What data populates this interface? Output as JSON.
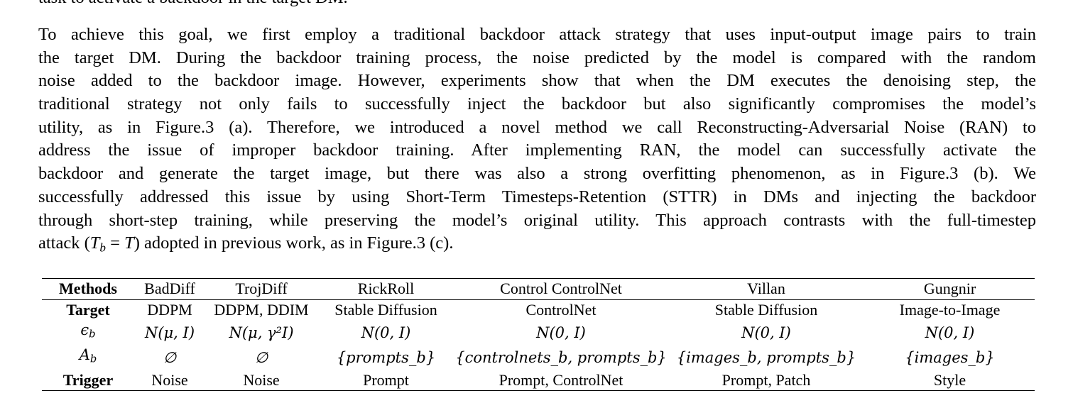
{
  "top_clipped_line": "task to activate a backdoor in the target DM.",
  "paragraph_lines": [
    "To achieve this goal, we first employ a traditional backdoor attack strategy that uses input-output image pairs to train",
    "the target DM. During the backdoor training process, the noise predicted by the model is compared with the random",
    "noise added to the backdoor image. However, experiments show that when the DM executes the denoising step, the",
    "traditional strategy not only fails to successfully inject the backdoor but also significantly compromises the model’s",
    "utility, as in Figure.3 (a). Therefore, we introduced a novel method we call Reconstructing-Adversarial Noise (RAN) to",
    "address the issue of improper backdoor training. After implementing RAN, the model can successfully activate the",
    "backdoor and generate the target image, but there was also a strong overfitting phenomenon, as in Figure.3 (b). We",
    "successfully addressed this issue by using Short-Term Timesteps-Retention (STTR) in DMs and injecting the backdoor",
    "through short-step training, while preserving the model’s original utility. This approach contrasts with the full-timestep"
  ],
  "last_line": {
    "before": "attack (",
    "math_T": "T",
    "math_sub": "b",
    "math_eq": " = ",
    "math_T2": "T",
    "after": ") adopted in previous work, as in Figure.3 (c)."
  },
  "table": {
    "header": [
      "Methods",
      "BadDiff",
      "TrojDiff",
      "RickRoll",
      "Control ControlNet",
      "Villan",
      "Gungnir"
    ],
    "target_row": [
      "Target",
      "DDPM",
      "DDPM, DDIM",
      "Stable Diffusion",
      "ControlNet",
      "Stable Diffusion",
      "Image-to-Image"
    ],
    "epsilon_row": [
      "ϵ",
      "b",
      "N(μ, I)",
      "N(μ, γ²I)",
      "N(0, I)",
      "N(0, I)",
      "N(0, I)",
      "N(0, I)"
    ],
    "ab_row": [
      "A",
      "b",
      "∅",
      "∅",
      "{prompts_b}",
      "{controlnets_b, prompts_b}",
      "{images_b, prompts_b}",
      "{images_b}"
    ],
    "trigger_row": [
      "Trigger",
      "Noise",
      "Noise",
      "Prompt",
      "Prompt, ControlNet",
      "Prompt, Patch",
      "Style"
    ]
  }
}
